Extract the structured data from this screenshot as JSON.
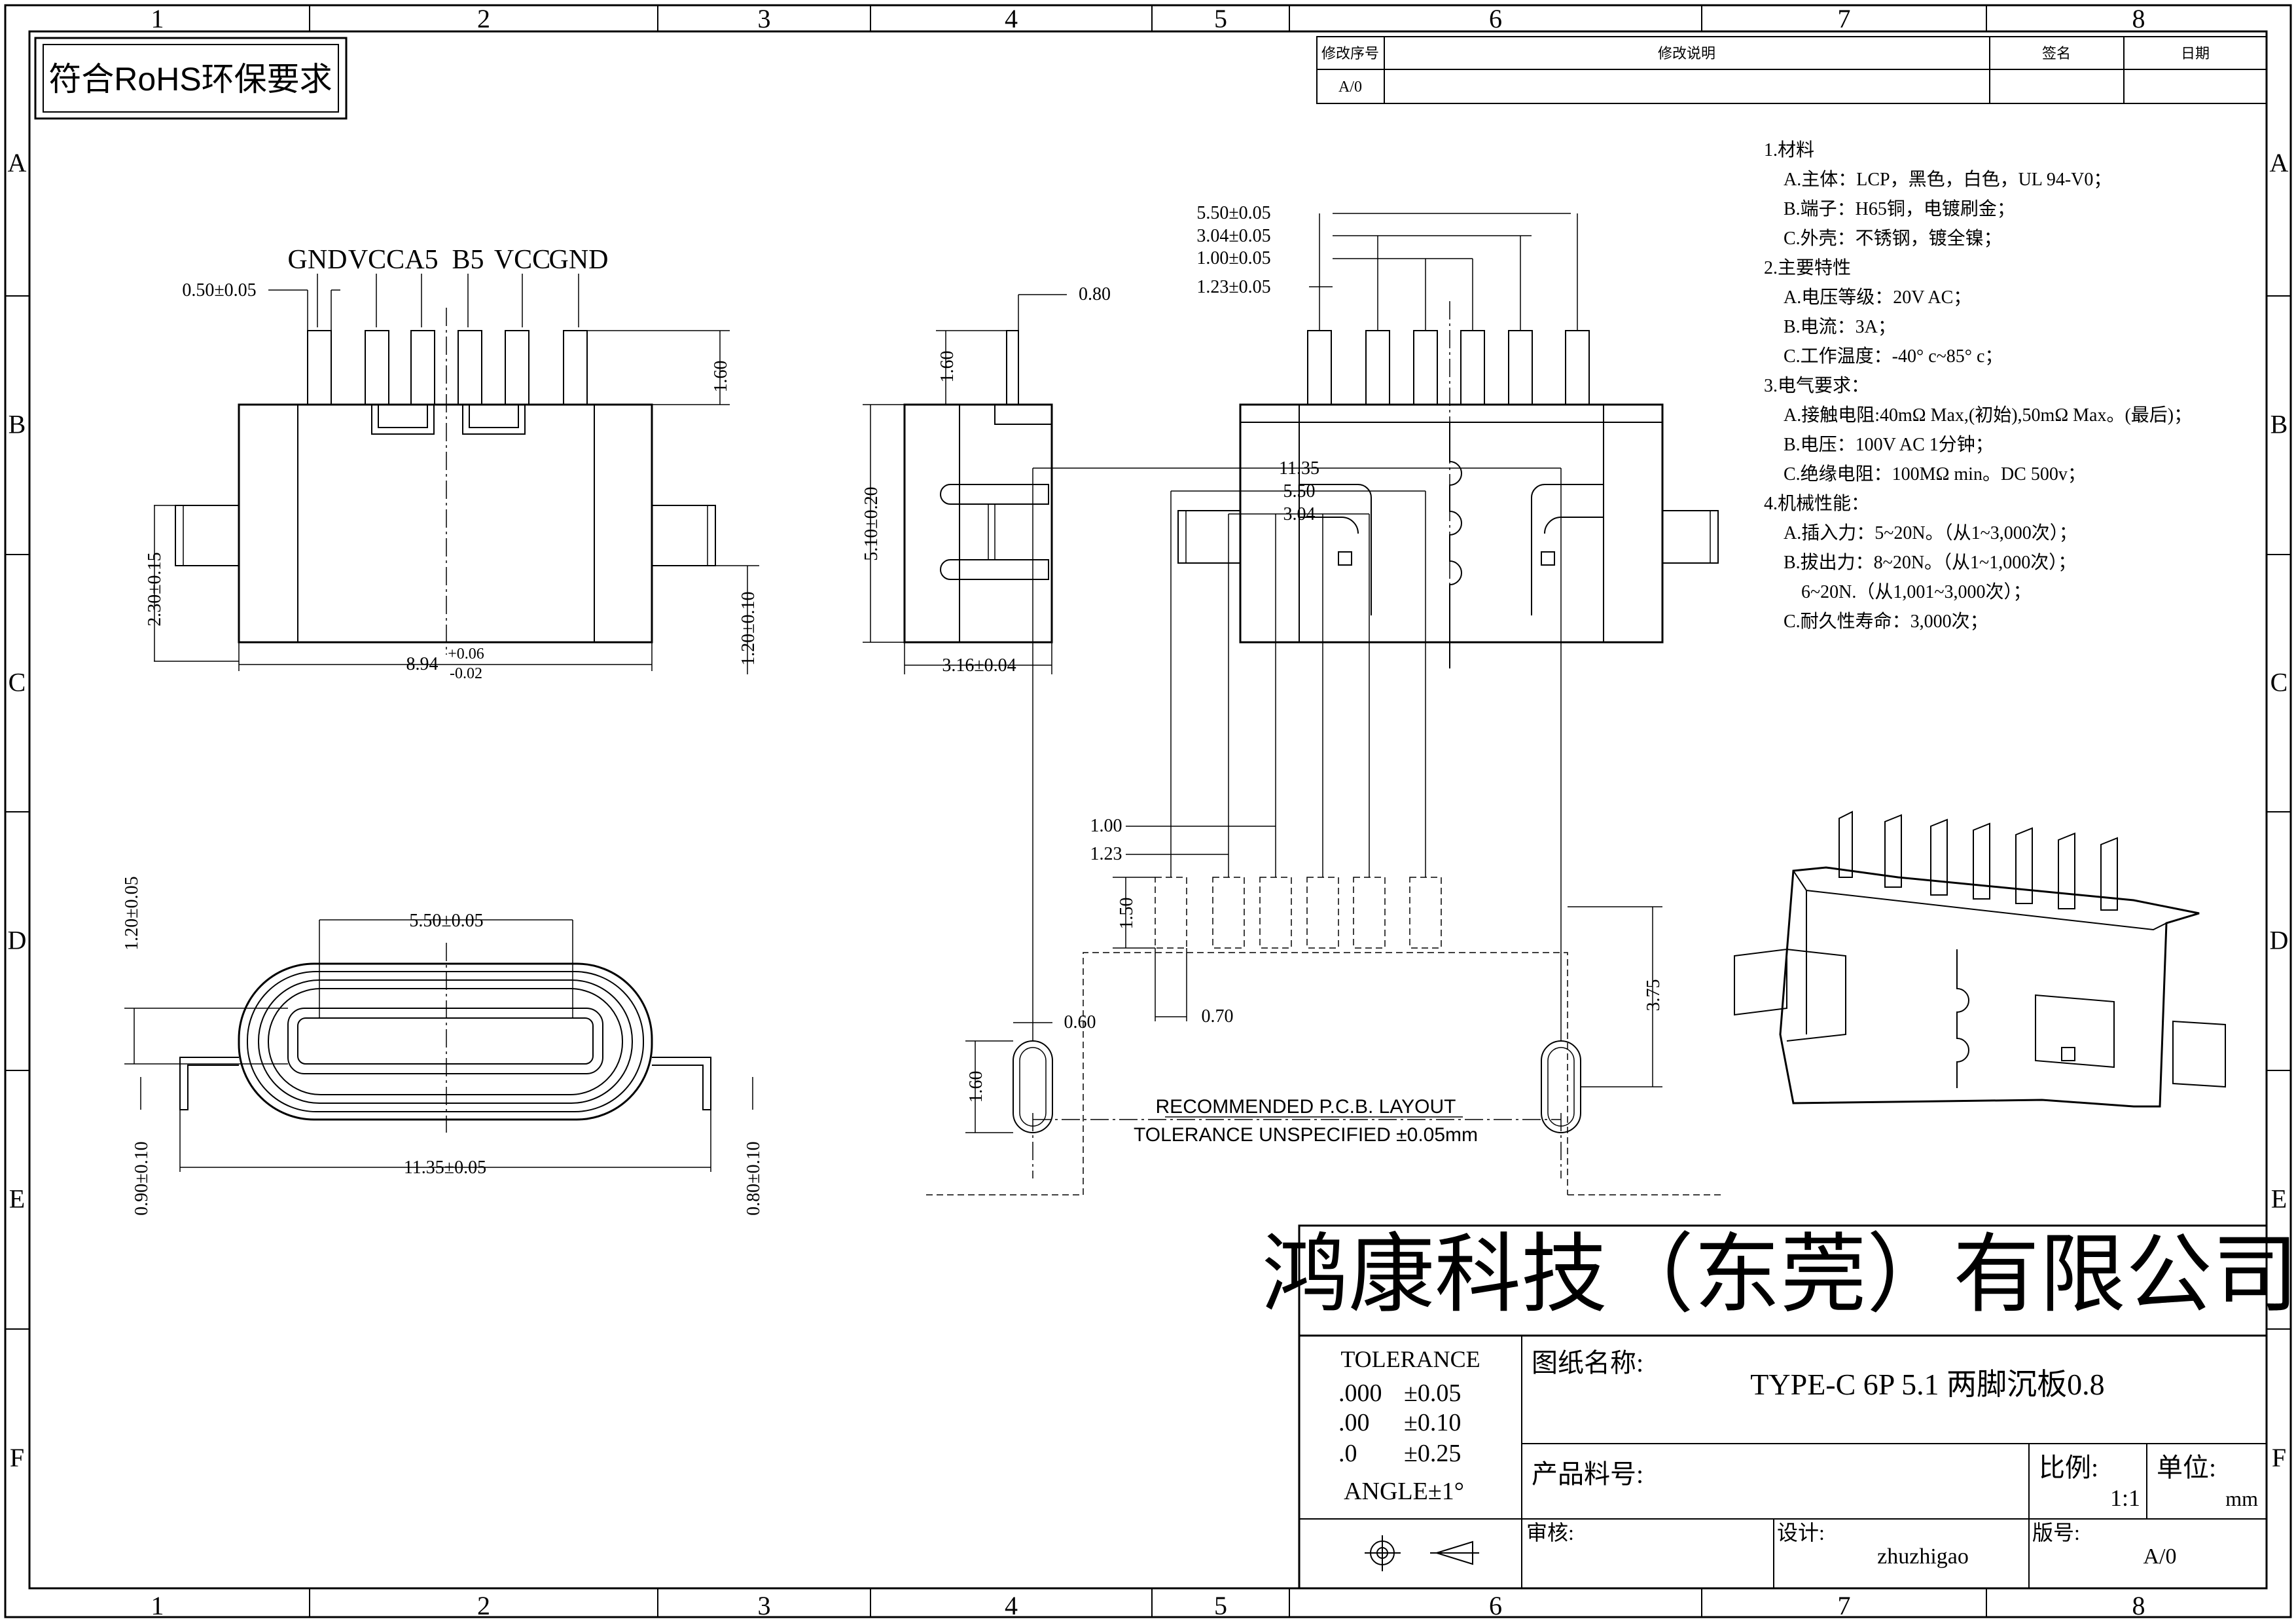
{
  "border": {
    "cols": [
      "1",
      "2",
      "3",
      "4",
      "5",
      "6",
      "7",
      "8"
    ],
    "rows": [
      "A",
      "B",
      "C",
      "D",
      "E",
      "F"
    ]
  },
  "rohs": "符合RoHS环保要求",
  "revision": {
    "headers": [
      "修改序号",
      "修改说明",
      "签名",
      "日期"
    ],
    "rev": "A/0"
  },
  "views": {
    "front_pins": [
      "GND",
      "VCC",
      "A5",
      "B5",
      "VCC",
      "GND"
    ],
    "front_dims": {
      "pitch": "0.50±0.05",
      "pin_h": "1.60",
      "tab_h": "2.30±0.15",
      "tab_r": "1.20±0.10",
      "width_main": "8.94",
      "width_plus": "+0.06",
      "width_minus": "-0.02"
    },
    "side_dims": {
      "pin_t": "0.80",
      "pin_h": "1.60",
      "height": "5.10±0.20",
      "depth": "3.16±0.04"
    },
    "top_dims": [
      "5.50±0.05",
      "3.04±0.05",
      "1.00±0.05",
      "1.23±0.05"
    ],
    "end_dims": {
      "inner": "5.50±0.05",
      "height": "1.20±0.05",
      "width": "11.35±0.05",
      "leg_l": "0.90±0.10",
      "leg_r": "0.80±0.10"
    },
    "pcb_dims": {
      "overall": "11.35",
      "outer": "5.50",
      "inner": "3.04",
      "pitch": "1.00",
      "pitch2": "1.23",
      "pad_h": "1.50",
      "slot_w": "0.60",
      "pad_w": "0.70",
      "slot_h": "1.60",
      "depth": "3.75"
    },
    "pcb_note": [
      "RECOMMENDED   P.C.B. LAYOUT",
      "TOLERANCE UNSPECIFIED ±0.05mm"
    ]
  },
  "notes": [
    "1.材料",
    "A.主体：LCP，黑色，白色，UL 94-V0；",
    "B.端子：H65铜，电镀刷金；",
    "C.外壳：不锈钢，镀全镍；",
    "2.主要特性",
    "A.电压等级：20V AC；",
    "B.电流：3A；",
    "C.工作温度：-40° c~85° c；",
    "3.电气要求：",
    "A.接触电阻:40mΩ Max,(初始),50mΩ Max。(最后)；",
    "B.电压：100V AC 1分钟；",
    "C.绝缘电阻：100MΩ min。DC 500v；",
    "4.机械性能：",
    "A.插入力：5~20N。（从1~3,000次）；",
    "B.拔出力：8~20N。（从1~1,000次）；",
    "6~20N.（从1,001~3,000次）；",
    "C.耐久性寿命：3,000次；"
  ],
  "title_block": {
    "company": "鸿康科技（东莞）有限公司",
    "tolerance_title": "TOLERANCE",
    "tol": [
      {
        "k": ".000",
        "v": "±0.05"
      },
      {
        "k": ".00",
        "v": "±0.10"
      },
      {
        "k": ".0",
        "v": "±0.25"
      }
    ],
    "angle": "ANGLE±1°",
    "drawing_name_label": "图纸名称:",
    "drawing_name": "TYPE-C 6P 5.1 两脚沉板0.8",
    "part_no_label": "产品料号:",
    "scale_label": "比例:",
    "scale": "1:1",
    "unit_label": "单位:",
    "unit": "mm",
    "review_label": "审核:",
    "design_label": "设计:",
    "designer": "zhuzhigao",
    "version_label": "版号:",
    "version": "A/0"
  }
}
